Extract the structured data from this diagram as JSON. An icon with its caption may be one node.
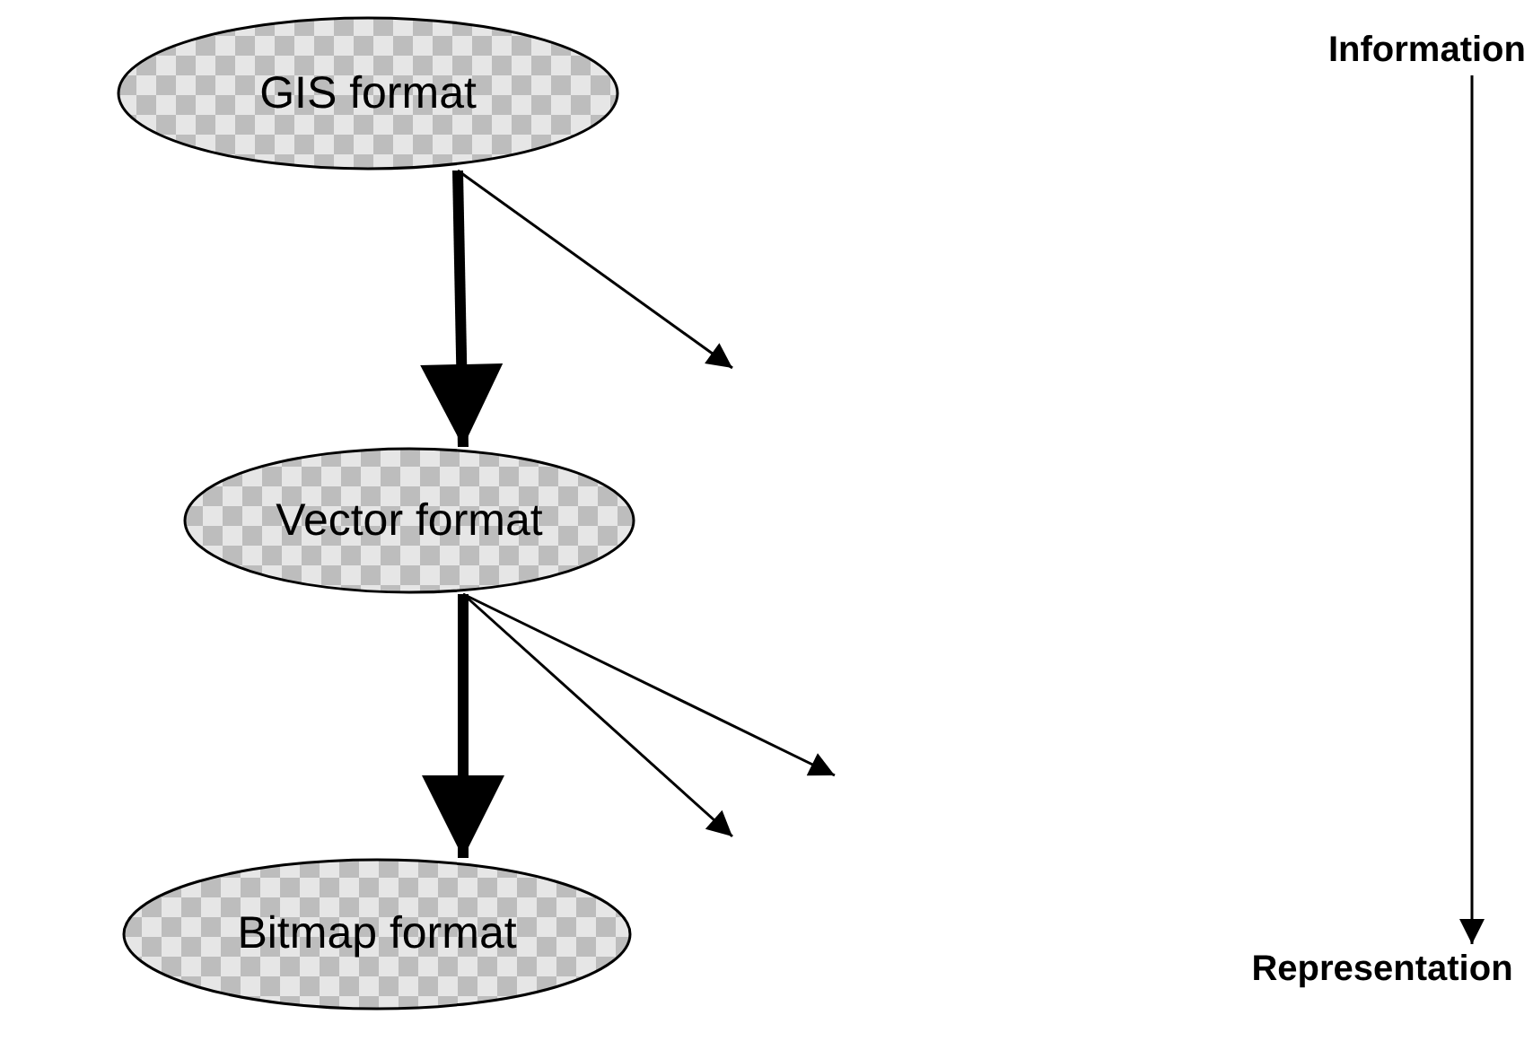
{
  "diagram": {
    "nodes": [
      {
        "text": [
          "GIS format"
        ]
      },
      {
        "text": [
          "Vector format"
        ]
      },
      {
        "text": [
          "Bitmap format"
        ]
      },
      {
        "text": [
          "Information"
        ]
      },
      {
        "text": [
          "Representation"
        ]
      }
    ],
    "edges": [
      {
        "from": 0,
        "to": 1,
        "arrow": "to",
        "style": "thick"
      },
      {
        "from": 0,
        "to": null,
        "arrow": "to"
      },
      {
        "from": 1,
        "to": 2,
        "arrow": "to",
        "style": "thick"
      },
      {
        "from": 1,
        "to": null,
        "arrow": "to"
      },
      {
        "from": 1,
        "to": null,
        "arrow": "to"
      },
      {
        "from": 3,
        "to": 4,
        "arrow": "to"
      }
    ]
  }
}
